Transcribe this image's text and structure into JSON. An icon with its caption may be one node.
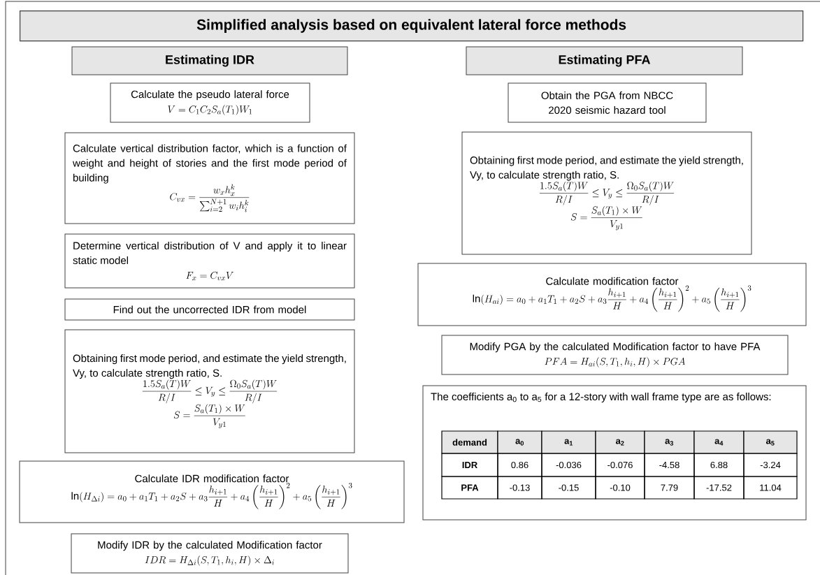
{
  "diagram": {
    "title": "Simplified analysis based on equivalent lateral force methods",
    "nodes": [
      {
        "text": [
          "Estimating IDR"
        ]
      },
      {
        "text": [
          "Estimating PFA"
        ]
      },
      {
        "text": [
          "Calculate the pseudo lateral force",
          "V = C_1 C_2 S_a(T_1) W_1"
        ]
      },
      {
        "text": [
          "Calculate vertical distribution factor, which is a function of weight and height of stories and the first mode period of building",
          "C_{vx} = \\frac{w_x h_x^k}{\\sum\\nolimits_{i=2}^{N+1} w_i h_i^k}"
        ]
      },
      {
        "text": [
          "Determine vertical distribution of V and apply it to linear static model",
          "F_x = C_{vx} V"
        ]
      },
      {
        "text": [
          "Find out the uncorrected IDR from model"
        ]
      },
      {
        "text": [
          "Obtaining first mode period, and estimate the yield strength, Vy, to calculate strength ratio, S.",
          "\\frac{1.5 S_a(T) W}{R/I} \\le V_y \\le \\frac{\\Omega_0 S_a(T) W}{R/I}",
          "S = \\frac{S_a(T_1) \\times W}{V_{y1}}"
        ]
      },
      {
        "text": [
          "Calculate IDR modification factor",
          "\\ln(H_{\\Delta i}) = a_0 + a_1 T_1 + a_2 S + a_3 \\frac{h_{i+1}}{H} + a_4 \\left(\\frac{h_{i+1}}{H}\\right)^2 + a_5 \\left(\\frac{h_{i+1}}{H}\\right)^3"
        ]
      },
      {
        "text": [
          "Modify IDR by the calculated Modification factor",
          "IDR = H_{\\Delta i}(S, T_1, h_i, H) \\times \\Delta_i"
        ]
      },
      {
        "text": [
          "Obtain the PGA from NBCC 2020 seismic hazard tool"
        ]
      },
      {
        "text": [
          "Obtaining first mode period, and estimate the yield strength, Vy, to calculate strength ratio, S.",
          "\\frac{1.5 S_a(T) W}{R/I} \\le V_y \\le \\frac{\\Omega_0 S_a(T) W}{R/I}",
          "S = \\frac{S_a(T_1) \\times W}{V_{y1}}"
        ]
      },
      {
        "text": [
          "Calculate modification factor",
          "\\ln(H_{ai}) = a_0 + a_1 T_1 + a_2 S + a_3 \\frac{h_{i+1}}{H} + a_4 \\left(\\frac{h_{i+1}}{H}\\right)^2 + a_5 \\left(\\frac{h_{i+1}}{H}\\right)^3"
        ]
      },
      {
        "text": [
          "Modify PGA by the calculated Modification factor to have PFA",
          "PFA = H_{ai}(S, T_1, h_i, H) \\times PGA"
        ]
      },
      {
        "text": [
          "The coefficients a$_{0}$ to a$_{5}$ for a 12-story with wall frame type are as follows:"
        ]
      }
    ],
    "labels": [
      "demand",
      "a$_{0}$",
      "a$_{1}$",
      "a$_{2}$",
      "a$_{3}$",
      "a$_{4}$",
      "a$_{5}$",
      "IDR",
      "0.86",
      "-0.036",
      "-0.076",
      "-4.58",
      "6.88",
      "-3.24",
      "PFA",
      "-0.13",
      "-0.15",
      "-0.10",
      "7.79",
      "-17.52",
      "11.04"
    ]
  }
}
